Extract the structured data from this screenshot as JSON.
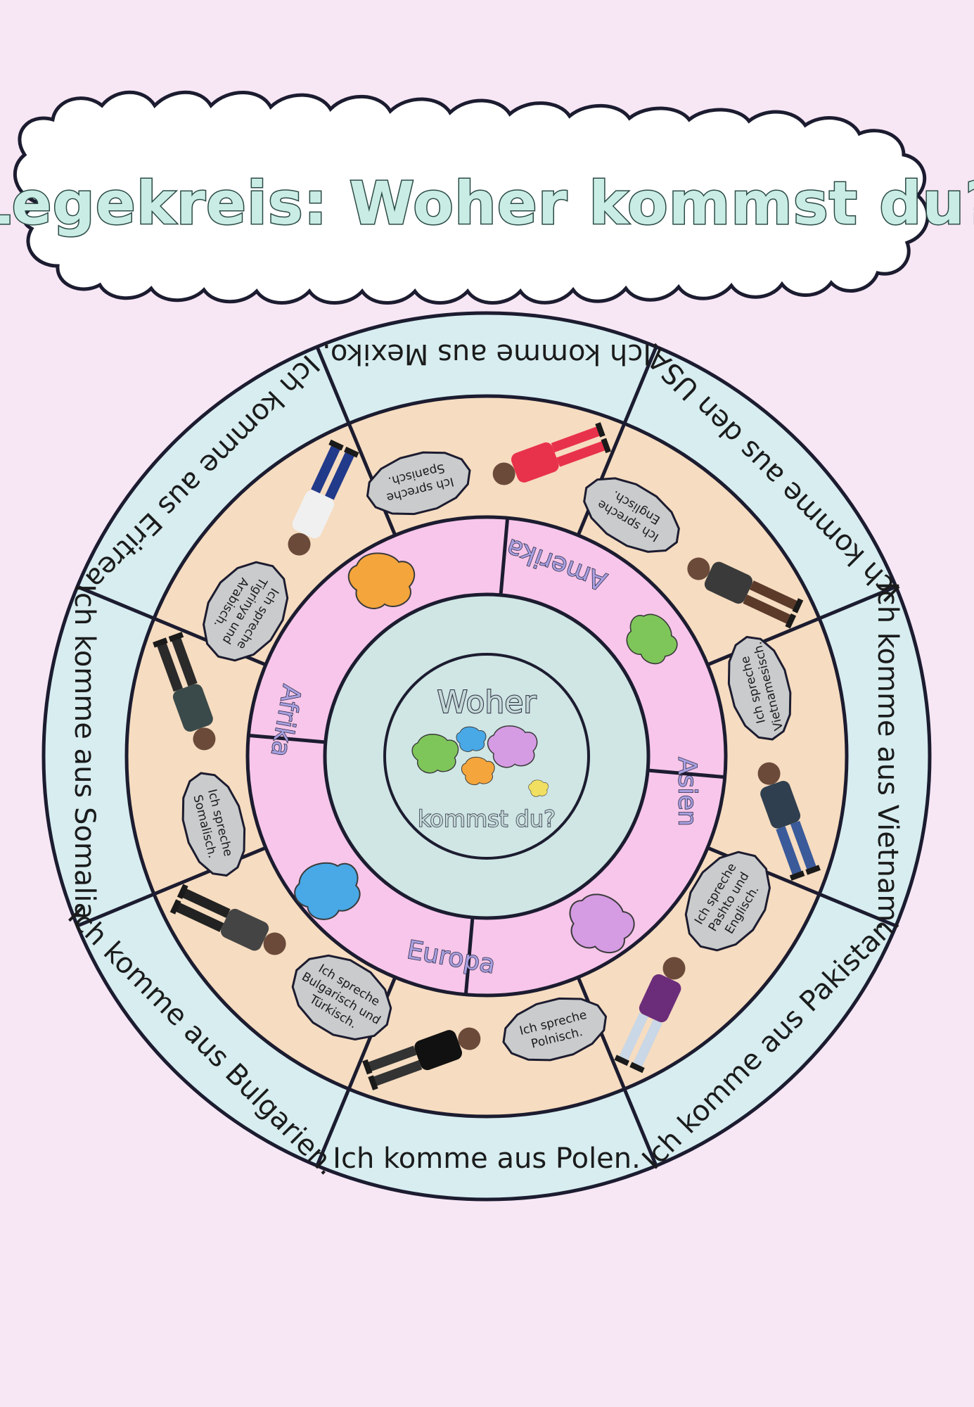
{
  "title": "Legekreis: Woher kommst du?",
  "center": {
    "line1": "Woher",
    "line2": "kommst du?"
  },
  "continents": [
    "Amerika",
    "Asien",
    "Europa",
    "Afrika"
  ],
  "countries": [
    "Ich komme aus Mexiko.",
    "Ich komme aus den USA.",
    "Ich komme aus Vietnam.",
    "Ich komme aus Pakistan.",
    "Ich komme aus Polen.",
    "Ich komme aus Bulgarien.",
    "Ich komme aus Somalia.",
    "Ich komme aus Eritrea"
  ],
  "speech": [
    [
      "Ich spreche",
      "Spanisch."
    ],
    [
      "Ich spreche",
      "Englisch."
    ],
    [
      "Ich spreche",
      "Vietnamesisch."
    ],
    [
      "Ich spreche",
      "Pashto und",
      "Englisch."
    ],
    [
      "Ich spreche",
      "Polnisch."
    ],
    [
      "Ich spreche",
      "Bulgarisch und",
      "Türkisch."
    ],
    [
      "Ich spreche",
      "Somalisch."
    ],
    [
      "Ich spreche",
      "Tigrinya und",
      "Arabisch."
    ]
  ],
  "colors": {
    "background": "#f7e6f4",
    "outer_ring": "#d7edf0",
    "middle_ring": "#f6dcc0",
    "inner_ring": "#f7c6ea",
    "center": "#cfe6e4",
    "stroke": "#1c1c30",
    "title_fill": "#c9ece4",
    "cloud": "#ffffff",
    "bubble": "#c9cbcc",
    "map_green": "#7fc65a",
    "map_orange": "#f4a53c",
    "map_violet": "#d59be3",
    "map_blue": "#49a8e6",
    "map_yellow": "#f1df62"
  }
}
